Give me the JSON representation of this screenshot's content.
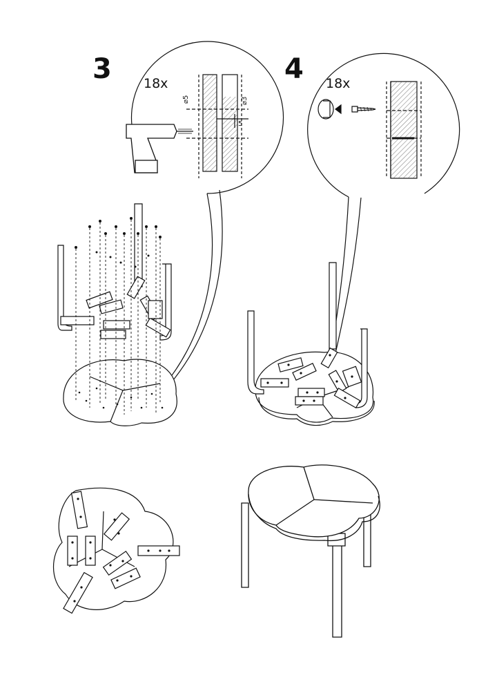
{
  "steps": [
    {
      "number": "3",
      "quantity": "18x",
      "tool": "drill-icon",
      "drill_diameter": "⌀5",
      "pilot_diameter": "⌀3",
      "depth": "5"
    },
    {
      "number": "4",
      "quantity": "18x",
      "tool": "screwdriver-icon"
    }
  ],
  "colors": {
    "line": "#111111",
    "hatch": "#555555",
    "background": "#ffffff"
  }
}
